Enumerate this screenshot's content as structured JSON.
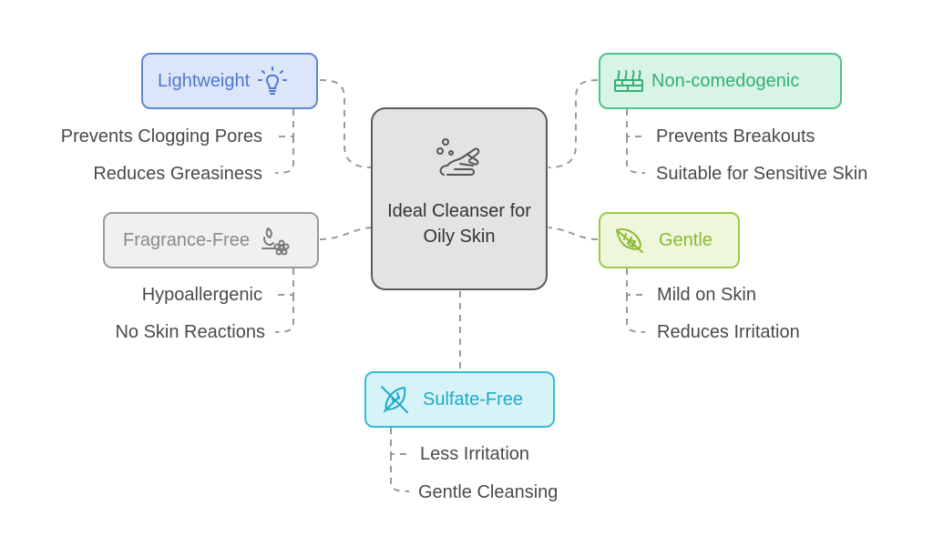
{
  "diagram": {
    "center": {
      "title": "Ideal Cleanser for Oily Skin",
      "icon": "hand-washing-icon"
    },
    "features": [
      {
        "id": "lightweight",
        "label": "Lightweight",
        "icon": "lightbulb-icon",
        "color": "#4f78cc",
        "details": [
          "Prevents Clogging Pores",
          "Reduces Greasiness"
        ]
      },
      {
        "id": "fragrance-free",
        "label": "Fragrance-Free",
        "icon": "fragrance-free-icon",
        "color": "#8a8a8a",
        "details": [
          "Hypoallergenic",
          "No Skin Reactions"
        ]
      },
      {
        "id": "non-comedogenic",
        "label": "Non-comedogenic",
        "icon": "skin-pores-icon",
        "color": "#33b072",
        "details": [
          "Prevents Breakouts",
          "Suitable for Sensitive Skin"
        ]
      },
      {
        "id": "gentle",
        "label": "Gentle",
        "icon": "feather-icon",
        "color": "#8cbb32",
        "details": [
          "Mild on Skin",
          "Reduces Irritation"
        ]
      },
      {
        "id": "sulfate-free",
        "label": "Sulfate-Free",
        "icon": "no-leaf-icon",
        "color": "#1eaac9",
        "details": [
          "Less Irritation",
          "Gentle Cleansing"
        ]
      }
    ]
  }
}
